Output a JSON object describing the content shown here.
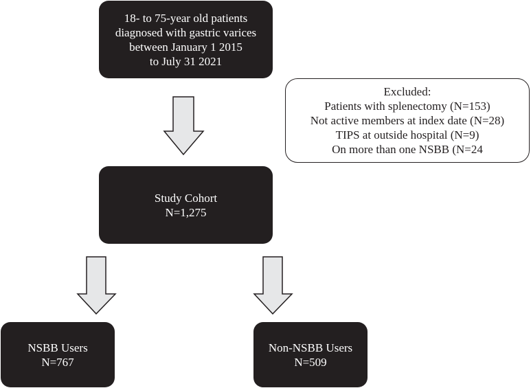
{
  "boxes": {
    "eligibility": {
      "lines": [
        "18- to 75-year old patients",
        "diagnosed with gastric varices",
        "between January 1 2015",
        "to July 31 2021"
      ]
    },
    "excluded": {
      "title": "Excluded:",
      "items": [
        "Patients with splenectomy (N=153)",
        "Not active members at index date (N=28)",
        "TIPS at outside hospital (N=9)",
        "On more than one NSBB (N=24"
      ]
    },
    "cohort": {
      "title": "Study Cohort",
      "count": "N=1,275"
    },
    "nsbb": {
      "title": "NSBB Users",
      "count": "N=767"
    },
    "non_nsbb": {
      "title": "Non-NSBB Users",
      "count": "N=509"
    }
  },
  "colors": {
    "box_fill": "#231f20",
    "box_text": "#ffffff",
    "arrow_fill": "#e6e7e8",
    "outline": "#231f20"
  }
}
